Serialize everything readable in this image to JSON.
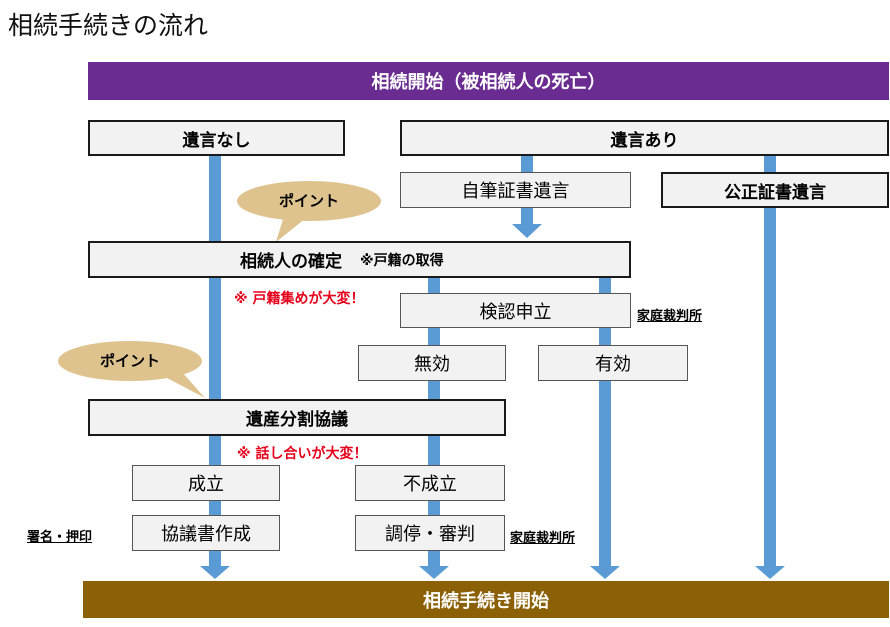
{
  "title": "相続手続きの流れ",
  "header": "相続開始（被相続人の死亡）",
  "footer": "相続手続き開始",
  "no_will": "遺言なし",
  "with_will": "遺言あり",
  "holographic": "自筆証書遺言",
  "notarial": "公正証書遺言",
  "confirm_heirs": "相続人の確定",
  "family_register_note": "※戸籍の取得",
  "family_register_warning": "※ 戸籍集めが大変！",
  "probate": "検認申立",
  "family_court_1": "家庭裁判所",
  "invalid": "無効",
  "valid": "有効",
  "point_1": "ポイント",
  "point_2": "ポイント",
  "division": "遺産分割協議",
  "talk_warning": "※ 話し合いが大変！",
  "agreed": "成立",
  "not_agreed": "不成立",
  "agreement_doc": "協議書作成",
  "signature": "署名・押印",
  "mediation": "調停・審判",
  "family_court_2": "家庭裁判所",
  "colors": {
    "header": "#6a2c91",
    "footer": "#8c6006",
    "arrow": "#5b9bd5",
    "bubble": "#dec38f",
    "warning": "#e6001a"
  }
}
